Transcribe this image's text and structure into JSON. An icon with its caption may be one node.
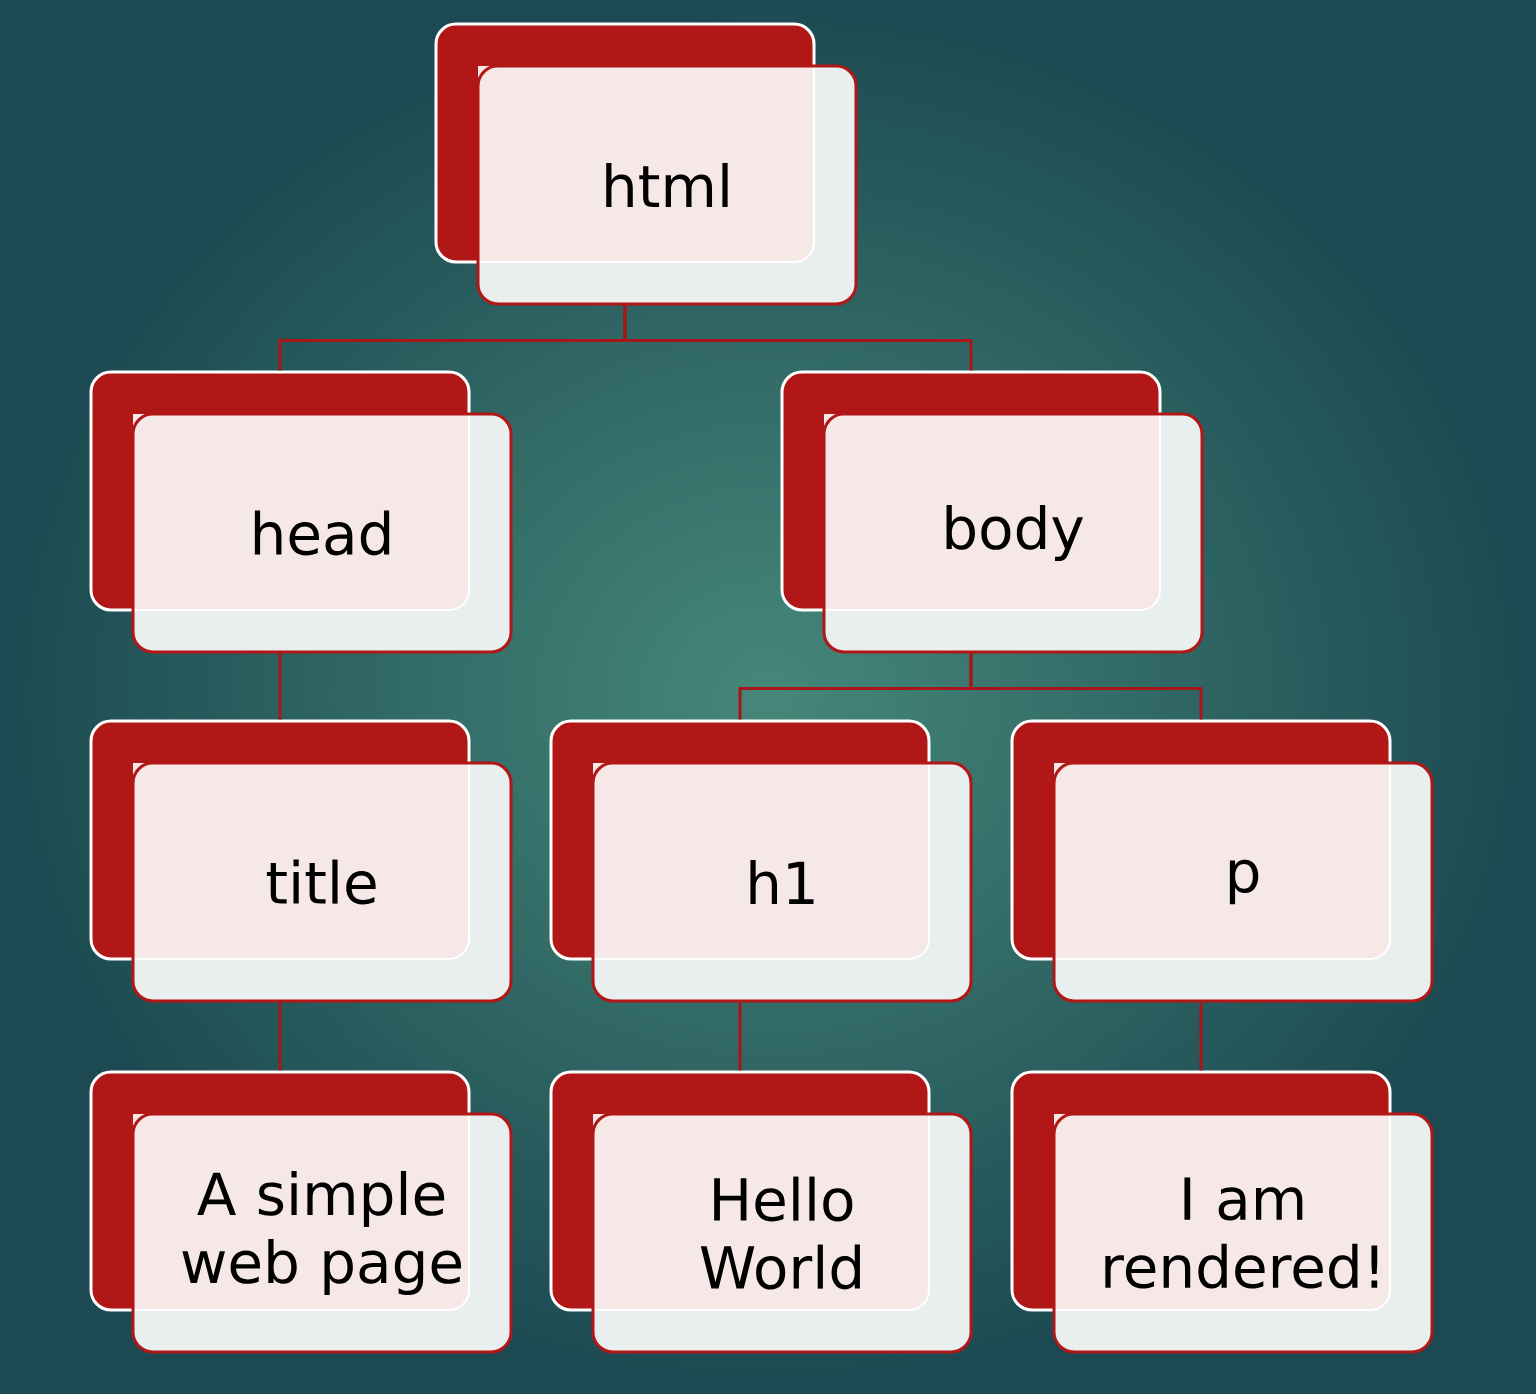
{
  "diagram": {
    "nodes": [
      {
        "text": [
          "html"
        ]
      },
      {
        "text": [
          "head"
        ]
      },
      {
        "text": [
          "body"
        ]
      },
      {
        "text": [
          "title"
        ]
      },
      {
        "text": [
          "h1"
        ]
      },
      {
        "text": [
          "p"
        ]
      },
      {
        "text": [
          "A simple web page"
        ]
      },
      {
        "text": [
          "Hello World"
        ]
      },
      {
        "text": [
          "I am rendered!"
        ]
      }
    ],
    "edges": [
      {
        "from": 0,
        "to": 1,
        "arrow": "none"
      },
      {
        "from": 0,
        "to": 2,
        "arrow": "none"
      },
      {
        "from": 1,
        "to": 3,
        "arrow": "none"
      },
      {
        "from": 2,
        "to": 4,
        "arrow": "none"
      },
      {
        "from": 2,
        "to": 5,
        "arrow": "none"
      },
      {
        "from": 3,
        "to": 6,
        "arrow": "none"
      },
      {
        "from": 4,
        "to": 7,
        "arrow": "none"
      },
      {
        "from": 5,
        "to": 8,
        "arrow": "none"
      }
    ]
  }
}
